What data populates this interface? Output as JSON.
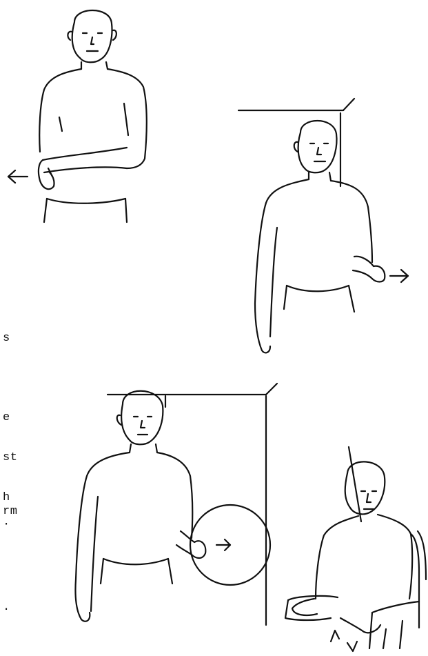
{
  "margin_text": {
    "lines": [
      "s",
      "e",
      "st",
      "h",
      "rm",
      "·",
      "."
    ]
  },
  "figures": [
    {
      "id": "figure-1",
      "description_icon": "person-arm-across-waist"
    },
    {
      "id": "figure-2",
      "description_icon": "person-in-doorway-arm-out"
    },
    {
      "id": "figure-3",
      "description_icon": "person-pushing-ball-against-wall"
    },
    {
      "id": "figure-4",
      "description_icon": "person-seated-in-chair"
    }
  ]
}
